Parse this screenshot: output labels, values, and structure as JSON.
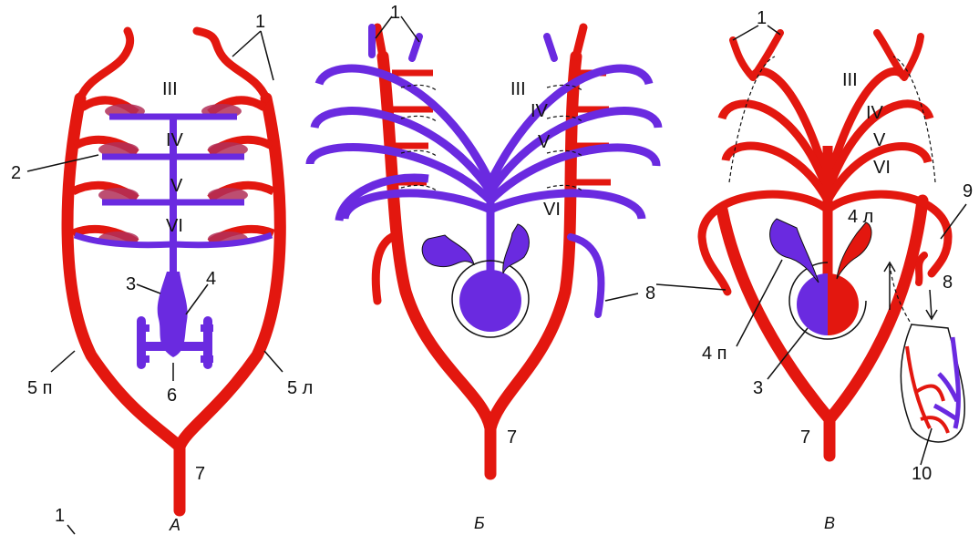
{
  "colors": {
    "artery": "#e3170f",
    "vein": "#6a2ae0",
    "outline": "#111111"
  },
  "panel_a": {
    "caption": "А",
    "labels": {
      "one": "1",
      "two": "2",
      "three": "3",
      "four": "4",
      "five_p": "5 п",
      "five_l": "5 л",
      "six": "6",
      "seven": "7",
      "iii": "III",
      "iv": "IV",
      "v": "V",
      "vi": "VI"
    }
  },
  "panel_b": {
    "caption": "Б",
    "labels": {
      "one": "1",
      "iii": "III",
      "iv": "IV",
      "v": "V",
      "vi": "VI",
      "seven": "7",
      "eight": "8"
    }
  },
  "panel_c": {
    "caption": "В",
    "labels": {
      "one": "1",
      "iii": "III",
      "iv": "IV",
      "v": "V",
      "vi": "VI",
      "four_l": "4 л",
      "four_p": "4 п",
      "three": "3",
      "seven": "7",
      "eight": "8",
      "nine": "9",
      "ten": "10"
    }
  },
  "bottom_fragment": {
    "label": "1"
  }
}
